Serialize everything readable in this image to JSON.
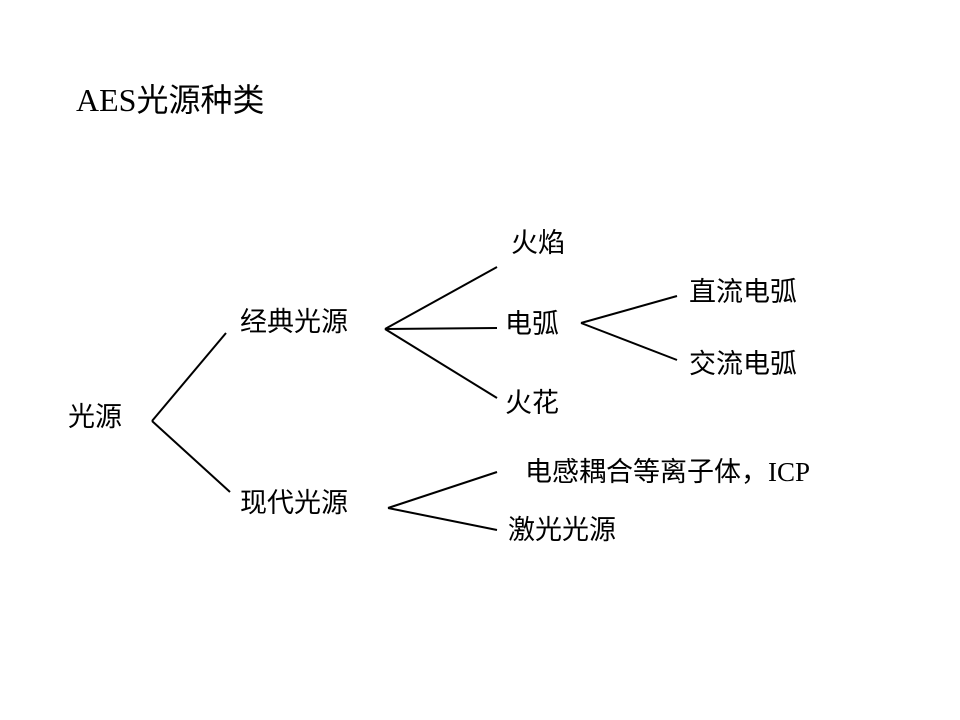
{
  "slide": {
    "title_latin": "AES",
    "title_cn": "光源种类"
  },
  "tree": {
    "root": "光源",
    "classic": {
      "label": "经典光源",
      "children": [
        "火焰",
        "电弧",
        "火花"
      ]
    },
    "arc": {
      "children": [
        "直流电弧",
        "交流电弧"
      ]
    },
    "modern": {
      "label": "现代光源",
      "icp_cn": "电感耦合等离子体，",
      "icp_abbr": "ICP",
      "laser": "激光光源"
    }
  }
}
